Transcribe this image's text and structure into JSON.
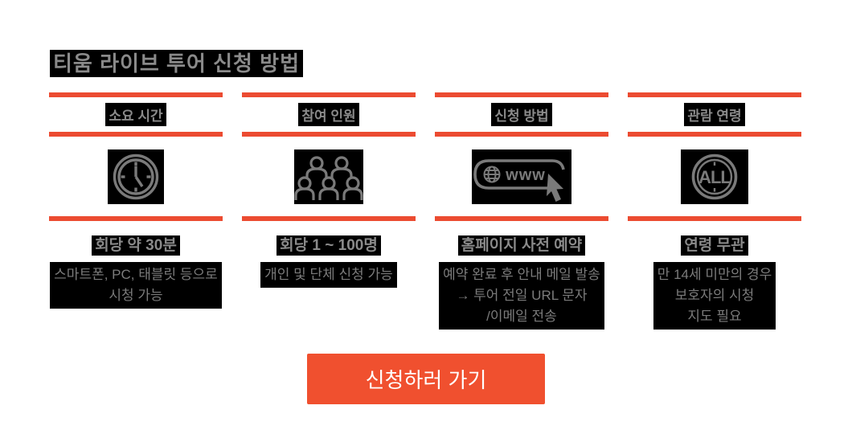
{
  "page": {
    "title": "티움 라이브 투어 신청 방법"
  },
  "colors": {
    "accent_bar": "#ec4b31",
    "cta_background": "#f0502f",
    "tile_background": "#000000",
    "icon_gray": "#7a7a7a",
    "highlight_text_gray": "#8a8a8a",
    "description_text_gray": "#7b7b7b",
    "page_background": "#ffffff"
  },
  "columns": [
    {
      "header": "소요 시간",
      "icon": "clock-icon",
      "subtitle": "회당 약 30분",
      "desc_lines": [
        "스마트폰, PC, 태블릿 등으로",
        "시청 가능"
      ]
    },
    {
      "header": "참여 인원",
      "icon": "audience-people-icon",
      "subtitle": "회당 1 ~ 100명",
      "desc_lines": [
        "개인 및 단체 신청 가능"
      ]
    },
    {
      "header": "신청 방법",
      "icon": "www-address-cursor-icon",
      "subtitle": "홈페이지 사전 예약",
      "desc_lines": [
        "예약 완료 후 안내 메일 발송",
        "→ 투어 전일 URL 문자",
        "/이메일 전송"
      ]
    },
    {
      "header": "관람 연령",
      "icon": "all-ages-badge-icon",
      "subtitle": "연령 무관",
      "desc_lines": [
        "만 14세 미만의 경우",
        "보호자의 시청",
        "지도 필요"
      ]
    }
  ],
  "icon_texts": {
    "www": "www",
    "all": "ALL"
  },
  "cta": {
    "label": "신청하러 가기"
  }
}
